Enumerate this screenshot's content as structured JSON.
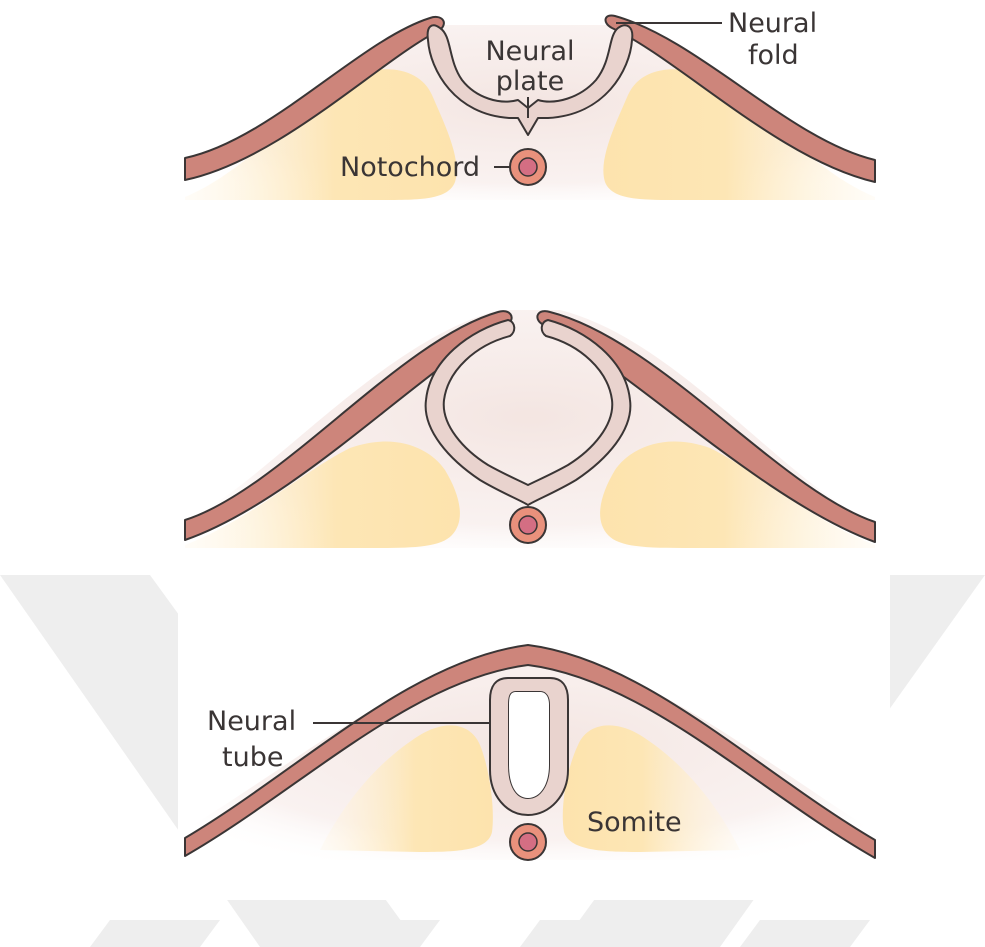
{
  "colors": {
    "skin_fill": "#cd857b",
    "tissue_fill": "#e9d3ce",
    "somite_fill": "#fde6b3",
    "notochord_outer": "#e9917c",
    "notochord_inner": "#d46e83",
    "background_tint": "#f5e8e4",
    "outline": "#3a3535",
    "watermark": "#ececec"
  },
  "stages": [
    {
      "stage": "neural plate"
    },
    {
      "stage": "neural folds converging"
    },
    {
      "stage": "neural tube"
    }
  ],
  "labels": {
    "neural_plate": [
      "Neural",
      "plate"
    ],
    "neural_fold": [
      "Neural",
      "fold"
    ],
    "notochord": "Notochord",
    "neural_tube": [
      "Neural",
      "tube"
    ],
    "somite": "Somite"
  }
}
